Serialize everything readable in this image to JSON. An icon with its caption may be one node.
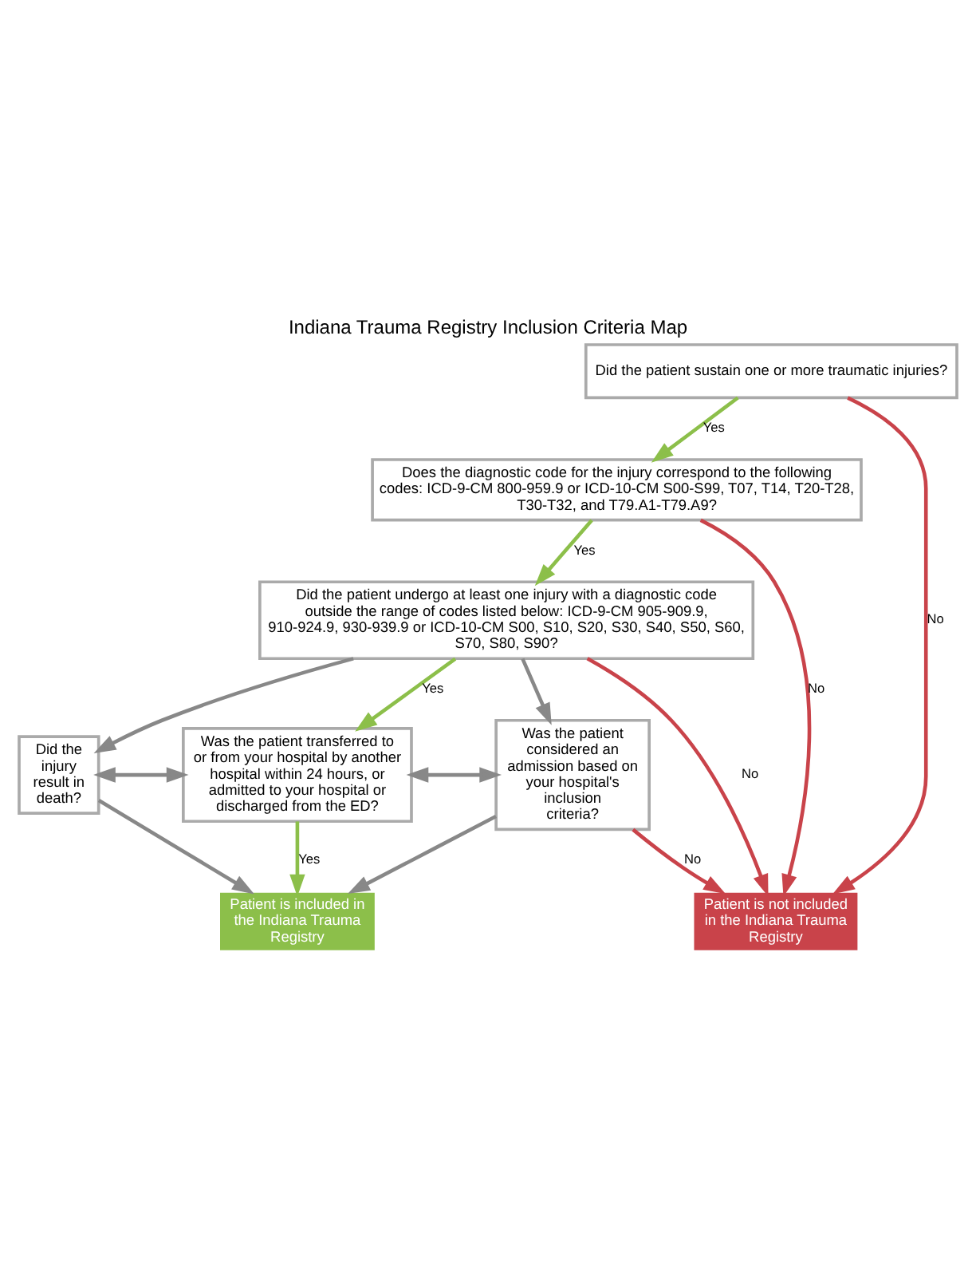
{
  "diagram": {
    "title": "Indiana Trauma Registry Inclusion Criteria Map",
    "nodes": [
      {
        "text": [
          "Did the patient sustain one or more traumatic injuries?"
        ]
      },
      {
        "text": [
          "Does the diagnostic code for the injury correspond to the following codes: ICD-9-CM 800-959.9 or ICD-10-CM S00-S99, T07, T14, T20-T28, T30-T32, and T79.A1-T79.A9?"
        ]
      },
      {
        "text": [
          "Did the patient undergo at least one injury with a diagnostic code outside the range of codes listed below: ICD-9-CM 905-909.9, 910-924.9, 930-939.9 or ICD-10-CM S00, S10, S20, S30, S40, S50, S60, S70, S80, S90?"
        ]
      },
      {
        "text": [
          "Did the injury result in death?"
        ]
      },
      {
        "text": [
          "Was the patient transferred to or from your hospital by another hospital within 24 hours, or admitted to your hospital or discharged from the ED?"
        ]
      },
      {
        "text": [
          "Was the patient considered an admission based on your hospital's inclusion criteria?"
        ]
      },
      {
        "text": [
          "Patient is included in the Indiana Trauma Registry"
        ]
      },
      {
        "text": [
          "Patient is not included in the Indiana Trauma Registry"
        ]
      }
    ],
    "edges": [
      {
        "from": 0,
        "to": 1,
        "arrow": "to",
        "label": "Yes",
        "color": "#8cbf4a"
      },
      {
        "from": 0,
        "to": 7,
        "arrow": "to",
        "label": "No",
        "color": "#c9434a"
      },
      {
        "from": 1,
        "to": 2,
        "arrow": "to",
        "label": "Yes",
        "color": "#8cbf4a"
      },
      {
        "from": 1,
        "to": 7,
        "arrow": "to",
        "label": "No",
        "color": "#c9434a"
      },
      {
        "from": 2,
        "to": 3,
        "arrow": "to"
      },
      {
        "from": 2,
        "to": 4,
        "arrow": "to",
        "label": "Yes",
        "color": "#8cbf4a"
      },
      {
        "from": 2,
        "to": 5,
        "arrow": "to"
      },
      {
        "from": 2,
        "to": 7,
        "arrow": "to",
        "label": "No",
        "color": "#c9434a"
      },
      {
        "from": 3,
        "to": 4,
        "arrow": "both"
      },
      {
        "from": 4,
        "to": 5,
        "arrow": "both"
      },
      {
        "from": 3,
        "to": 6,
        "arrow": "to"
      },
      {
        "from": 4,
        "to": 6,
        "arrow": "to",
        "label": "Yes",
        "color": "#8cbf4a"
      },
      {
        "from": 5,
        "to": 6,
        "arrow": "to"
      },
      {
        "from": 5,
        "to": 7,
        "arrow": "to",
        "label": "No",
        "color": "#c9434a"
      }
    ]
  }
}
